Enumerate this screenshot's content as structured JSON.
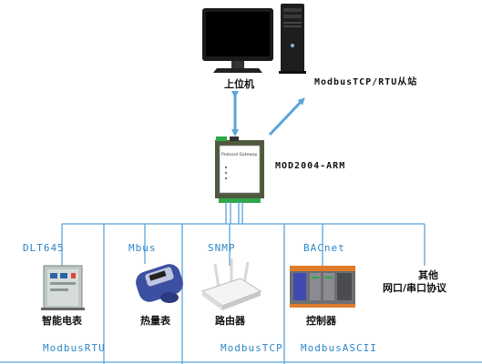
{
  "nodes": {
    "pc_label": "上位机",
    "slave_label": "ModbusTCP/RTU从站",
    "gateway_label": "MOD2004-ARM",
    "gateway_screen_text": "Protocol Gateway",
    "meter_label": "智能电表",
    "heat_meter_label": "热量表",
    "router_label": "路由器",
    "controller_label": "控制器",
    "other_label_line1": "其他",
    "other_label_line2": "网口/串口协议"
  },
  "protocols": {
    "dlt645": "DLT645",
    "mbus": "Mbus",
    "snmp": "SNMP",
    "bacnet": "BACnet",
    "modbus_rtu": "ModbusRTU",
    "modbus_tcp": "ModbusTCP",
    "modbus_ascii": "ModbusASCII"
  },
  "colors": {
    "connector": "#5aa4dc",
    "protocol_text": "#2e86c7",
    "label_text": "#111111"
  }
}
